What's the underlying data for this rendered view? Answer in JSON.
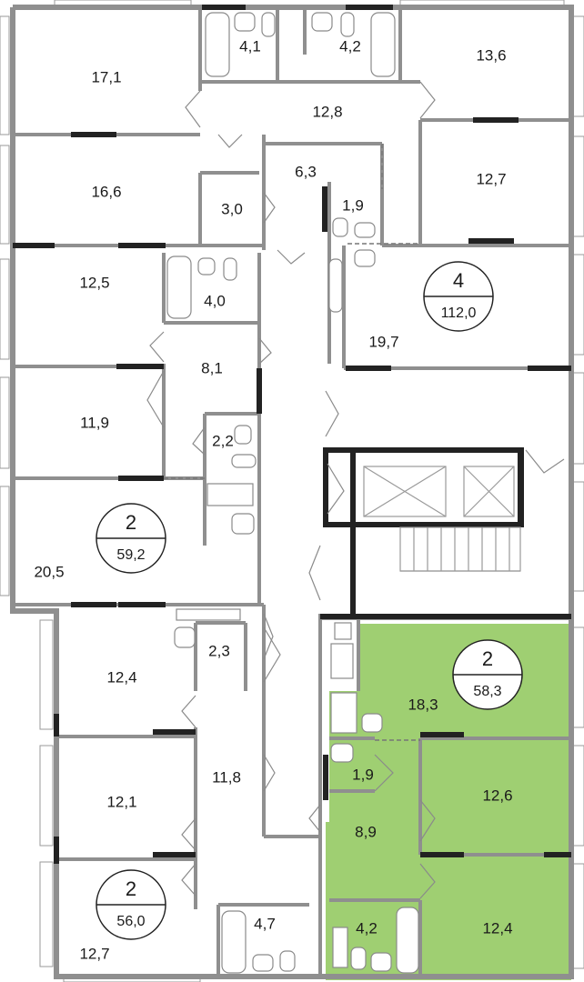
{
  "colors": {
    "wall": "#8f8f8f",
    "dark_wall": "#222222",
    "highlight_fill": "#9fcf72",
    "background": "#ffffff"
  },
  "rooms": {
    "r1": "17,1",
    "r2": "4,1",
    "r3": "4,2",
    "r4": "13,6",
    "r5": "12,8",
    "r6": "16,6",
    "r7": "6,3",
    "r8": "12,7",
    "r9": "3,0",
    "r10": "1,9",
    "r11": "12,5",
    "r12": "4,0",
    "r13": "19,7",
    "r14": "8,1",
    "r15": "11,9",
    "r16": "2,2",
    "r17": "20,5",
    "r18": "2,3",
    "r19": "12,4",
    "r20": "18,3",
    "r21": "11,8",
    "r22": "12,1",
    "r23": "1,9",
    "r24": "12,6",
    "r25": "8,9",
    "r26": "4,7",
    "r27": "12,7",
    "r28": "4,2",
    "r29": "12,4"
  },
  "apartments": {
    "a1": {
      "rooms": "4",
      "area": "112,0"
    },
    "a2": {
      "rooms": "2",
      "area": "59,2"
    },
    "a3": {
      "rooms": "2",
      "area": "58,3"
    },
    "a4": {
      "rooms": "2",
      "area": "56,0"
    }
  }
}
